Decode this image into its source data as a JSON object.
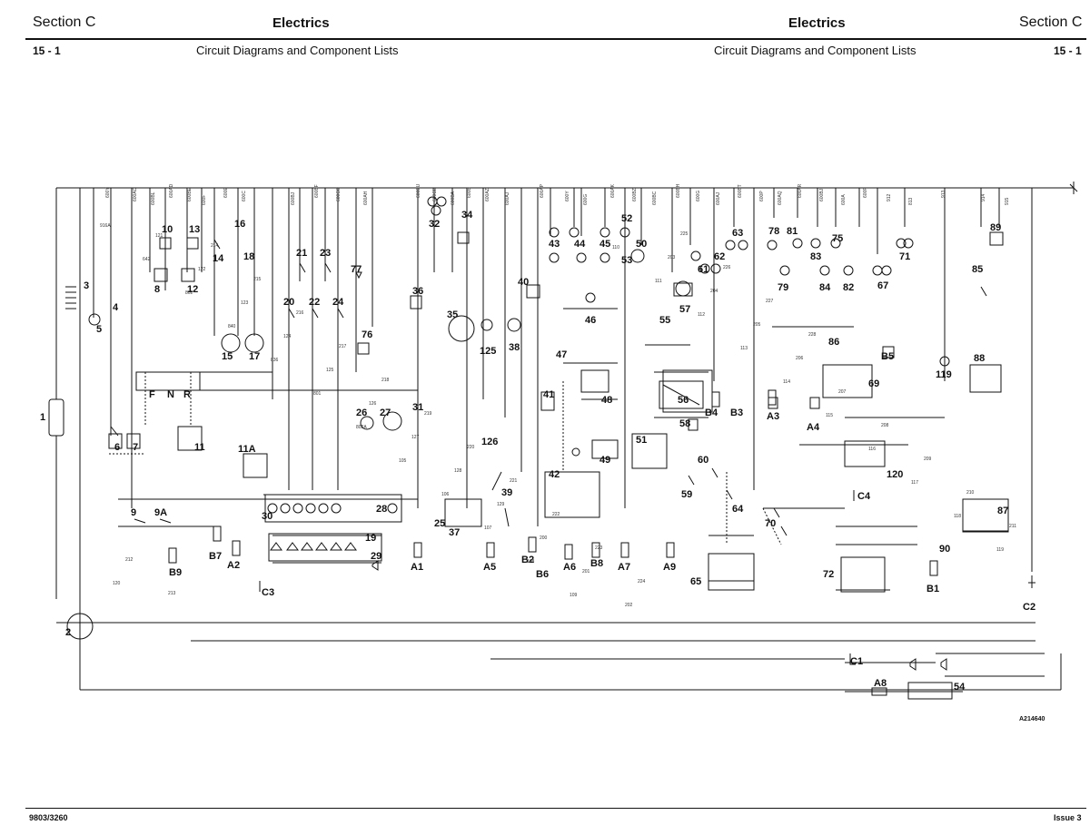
{
  "header": {
    "section_left": "Section C",
    "title_left": "Electrics",
    "title_right": "Electrics",
    "section_right": "Section C",
    "page_left": "15 - 1",
    "subtitle_left": "Circuit Diagrams and Component Lists",
    "subtitle_right": "Circuit Diagrams and Component Lists",
    "page_right": "15 - 1"
  },
  "footer": {
    "doc_number": "9803/3260",
    "issue": "Issue 3"
  },
  "diagram": {
    "reference": "A214640",
    "selector_labels": [
      "F",
      "N",
      "R"
    ],
    "components": [
      "1",
      "2",
      "3",
      "4",
      "5",
      "6",
      "7",
      "8",
      "9",
      "9A",
      "10",
      "11",
      "11A",
      "12",
      "13",
      "14",
      "15",
      "16",
      "17",
      "18",
      "19",
      "20",
      "21",
      "22",
      "23",
      "24",
      "25",
      "26",
      "27",
      "28",
      "29",
      "30",
      "31",
      "32",
      "34",
      "35",
      "36",
      "37",
      "38",
      "39",
      "40",
      "41",
      "42",
      "43",
      "44",
      "45",
      "46",
      "47",
      "48",
      "49",
      "50",
      "51",
      "52",
      "53",
      "54",
      "55",
      "56",
      "57",
      "58",
      "59",
      "60",
      "61",
      "62",
      "63",
      "64",
      "65",
      "67",
      "69",
      "70",
      "71",
      "72",
      "75",
      "76",
      "77",
      "78",
      "79",
      "81",
      "82",
      "83",
      "84",
      "85",
      "86",
      "87",
      "88",
      "89",
      "90",
      "119",
      "120",
      "125",
      "126"
    ],
    "fuses": [
      "A1",
      "A2",
      "A3",
      "A4",
      "A5",
      "A6",
      "A7",
      "A8",
      "A9",
      "B1",
      "B2",
      "B3",
      "B4",
      "B5",
      "B6",
      "B7",
      "B8",
      "B9"
    ],
    "connectors": [
      "C1",
      "C2",
      "C3",
      "C4"
    ],
    "wire_codes": [
      "600Y",
      "600AC",
      "600BL",
      "600AD",
      "600BE",
      "600F",
      "600E",
      "600C",
      "600BJ",
      "600BF",
      "600CO",
      "600AH",
      "600BU",
      "600CB",
      "600BA",
      "600B",
      "600AZ",
      "600AJ",
      "600AP",
      "600Y",
      "600G",
      "600AK",
      "600BZ",
      "600BC",
      "600BH",
      "600G",
      "600AJ",
      "600BT",
      "600P",
      "600AQ",
      "600AR",
      "600BJ",
      "600A",
      "600F",
      "912",
      "813",
      "913",
      "914",
      "915",
      "916A",
      "642",
      "802",
      "840",
      "836",
      "801",
      "802A",
      "105",
      "106",
      "107",
      "108",
      "109",
      "110",
      "111",
      "112",
      "113",
      "114",
      "115",
      "116",
      "117",
      "118",
      "119",
      "120",
      "121",
      "122",
      "123",
      "124",
      "125",
      "126",
      "127",
      "128",
      "129",
      "200",
      "201",
      "202",
      "203",
      "204",
      "205",
      "206",
      "207",
      "208",
      "209",
      "210",
      "211",
      "212",
      "213",
      "214",
      "215",
      "216",
      "217",
      "218",
      "219",
      "220",
      "221",
      "222",
      "223",
      "224",
      "225",
      "226",
      "227",
      "228"
    ]
  },
  "colors": {
    "ink": "#111111",
    "background": "#ffffff"
  }
}
